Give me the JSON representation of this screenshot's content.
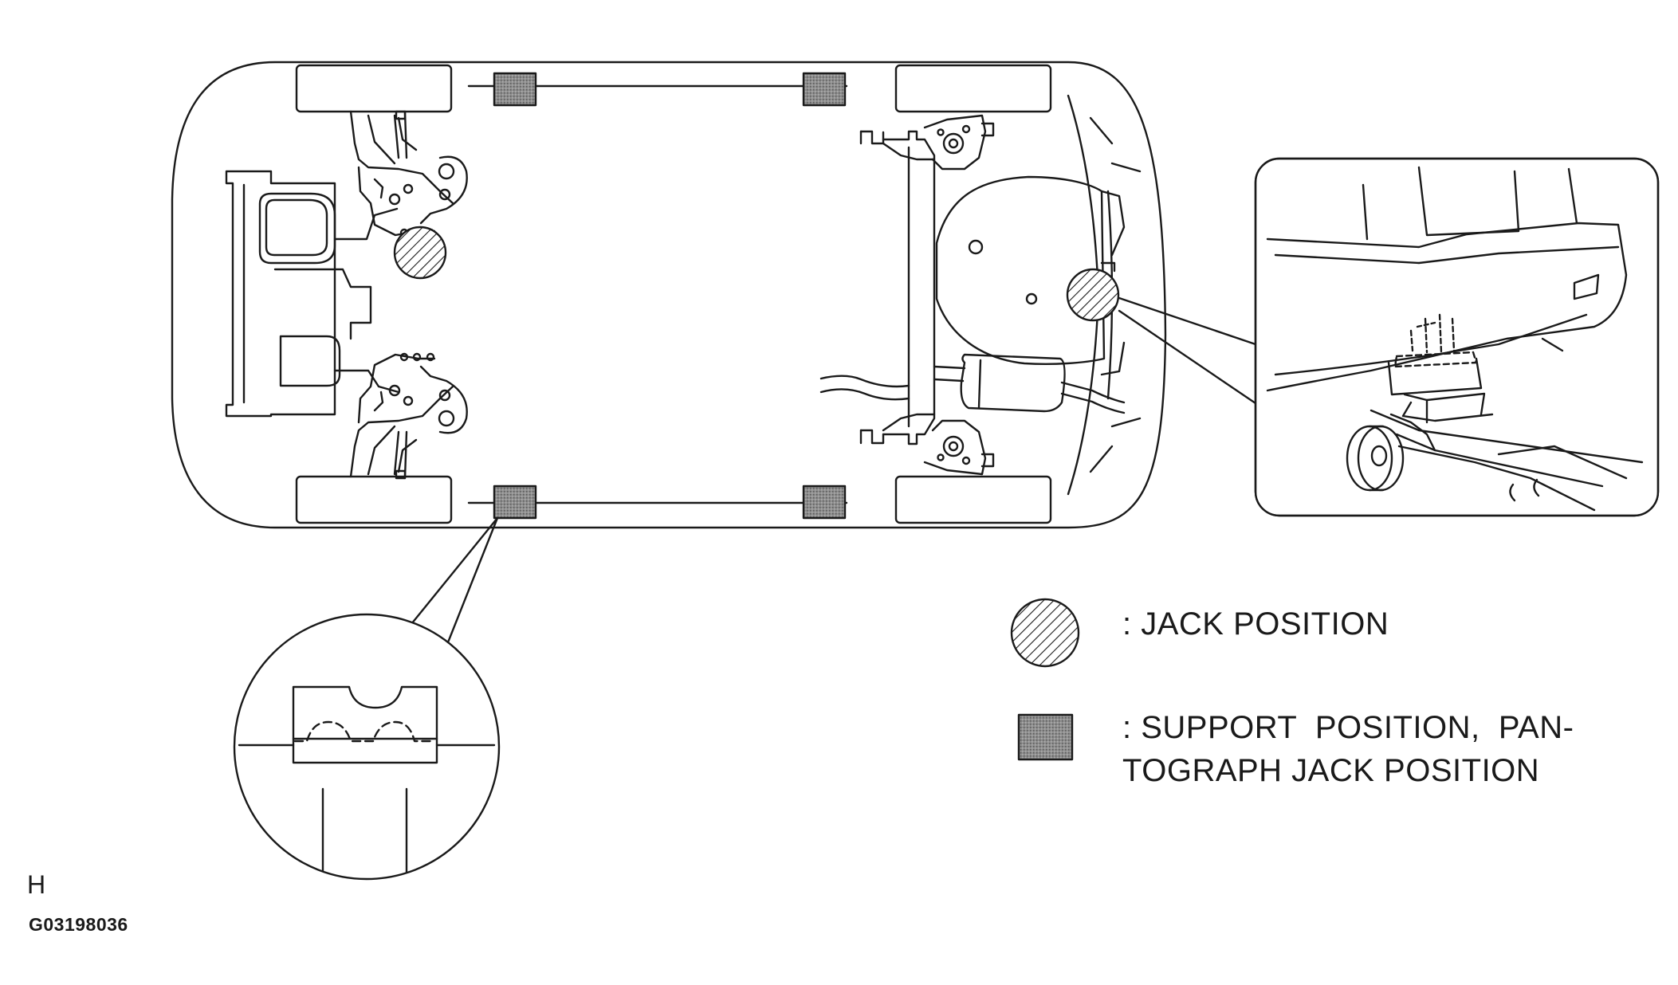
{
  "legend": {
    "jack_position": ": JACK POSITION",
    "support_position_line1": ": SUPPORT  POSITION,  PAN-",
    "support_position_line2": "TOGRAPH JACK POSITION"
  },
  "view_letter": "H",
  "figure_code": "G03198036",
  "colors": {
    "line": "#1a1a1a",
    "support_fill": "#8a8a8a",
    "background": "#ffffff"
  },
  "icons": [
    "jack-position-symbol",
    "support-position-symbol"
  ]
}
